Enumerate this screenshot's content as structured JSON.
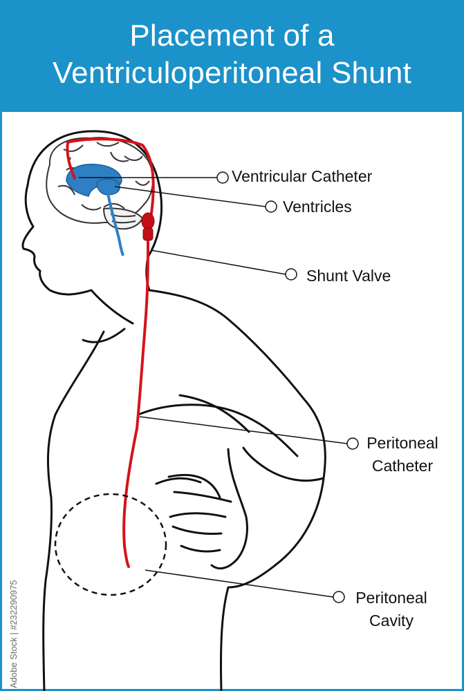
{
  "title": {
    "line1": "Placement of a",
    "line2": "Ventriculoperitoneal Shunt"
  },
  "labels": {
    "ventricular_catheter": "Ventricular Catheter",
    "ventricles": "Ventricles",
    "shunt_valve": "Shunt Valve",
    "peritoneal_catheter_line1": "Peritoneal",
    "peritoneal_catheter_line2": "Catheter",
    "peritoneal_cavity_line1": "Peritoneal",
    "peritoneal_cavity_line2": "Cavity"
  },
  "watermark": "Adobe Stock | #232290975",
  "colors": {
    "header_blue": "#1b92c9",
    "ventricle_blue": "#2f7fc4",
    "shunt_red": "#d3141b",
    "outline": "#111111"
  }
}
